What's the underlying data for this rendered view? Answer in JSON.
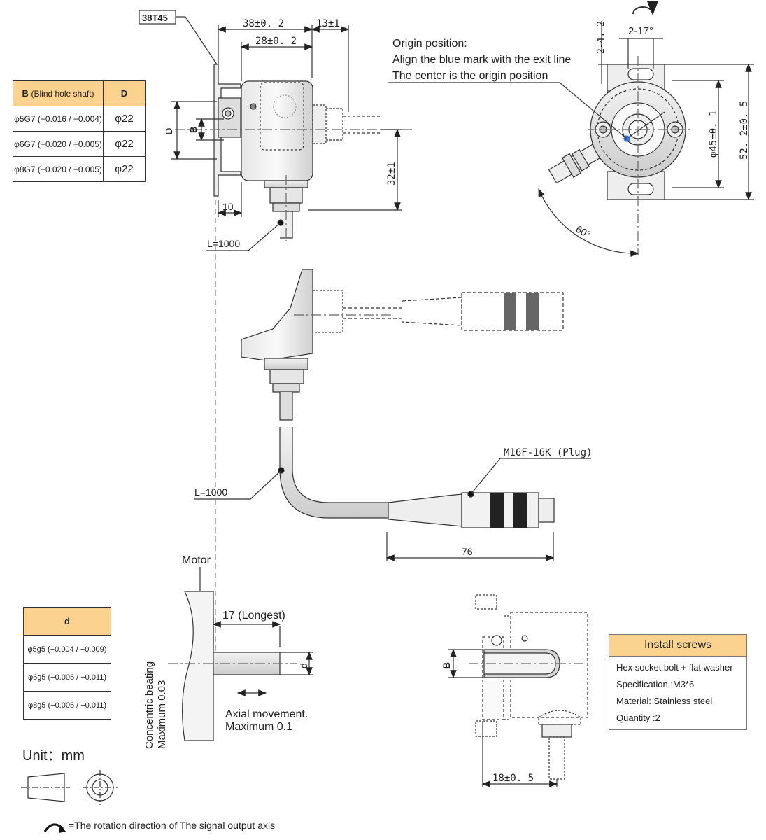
{
  "tables": {
    "shaft": {
      "header_b": "B",
      "header_b_note": "(Blind hole shaft)",
      "header_d": "D",
      "rows": [
        {
          "b": "φ5G7 (+0.016 / +0.004)",
          "d": "φ22"
        },
        {
          "b": "φ6G7 (+0.020 / +0.005)",
          "d": "φ22"
        },
        {
          "b": "φ8G7 (+0.020 / +0.005)",
          "d": "φ22"
        }
      ]
    },
    "motor_shaft": {
      "header": "d",
      "rows": [
        "φ5g5 (−0.004 / −0.009)",
        "φ6g5 (−0.005 / −0.011)",
        "φ8g5 (−0.005 / −0.011)"
      ]
    }
  },
  "labels": {
    "part_tag": "38T45",
    "dim_38": "38±0. 2",
    "dim_28": "28±0. 2",
    "dim_13": "13±1",
    "dim_32": "32±1",
    "dim_10": "10",
    "dim_D": "D",
    "dim_B": "B",
    "cable_len_1": "L=1000",
    "cable_len_2": "L=1000",
    "origin_line1": "Origin position:",
    "origin_line2": "Align the blue mark with the exit line",
    "origin_line3": "The center is the origin position",
    "dim_2_4_2": "2-4. 2",
    "dim_2_17": "2-17°",
    "dim_45": "φ45±0. 1",
    "dim_52_2": "52. 2±0. 5",
    "angle_60": "60°",
    "plug": "M16F-16K (Plug)",
    "dim_76": "76",
    "motor": "Motor",
    "longest": "17 (Longest)",
    "dim_d": "d",
    "beating_1": "Concentric beating",
    "beating_2": "Maximum 0.03",
    "axial_1": "Axial movement.",
    "axial_2": "Maximum 0.1",
    "unit": "Unit：mm",
    "rotation_note": "=The rotation direction of The signal output axis",
    "dim_18": "18±0. 5",
    "dim_B2": "B"
  },
  "install_screws": {
    "title": "Install screws",
    "lines": [
      "Hex socket bolt + flat washer",
      "Specification :M3*6",
      "Material: Stainless steel",
      "Quantity :2"
    ]
  },
  "colors": {
    "header_fill": "#fbd38f",
    "origin_mark": "#3a6fd8",
    "line": "#333333"
  },
  "icons": {
    "rotation": "curved-arrow-icon",
    "projection": "first-angle-projection-icon"
  }
}
